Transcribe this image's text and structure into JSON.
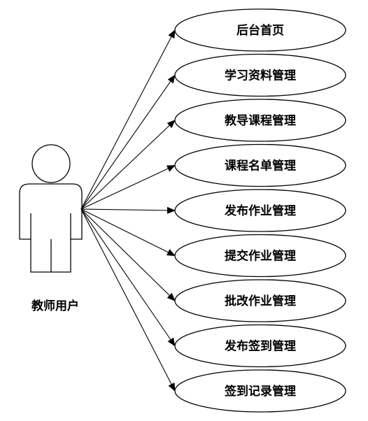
{
  "actor": {
    "label": "教师用户"
  },
  "use_cases": [
    {
      "label": "后台首页"
    },
    {
      "label": "学习资料管理"
    },
    {
      "label": "教导课程管理"
    },
    {
      "label": "课程名单管理"
    },
    {
      "label": "发布作业管理"
    },
    {
      "label": "提交作业管理"
    },
    {
      "label": "批改作业管理"
    },
    {
      "label": "发布签到管理"
    },
    {
      "label": "签到记录管理"
    }
  ],
  "colors": {
    "stroke": "#000000",
    "fill": "#ffffff"
  }
}
